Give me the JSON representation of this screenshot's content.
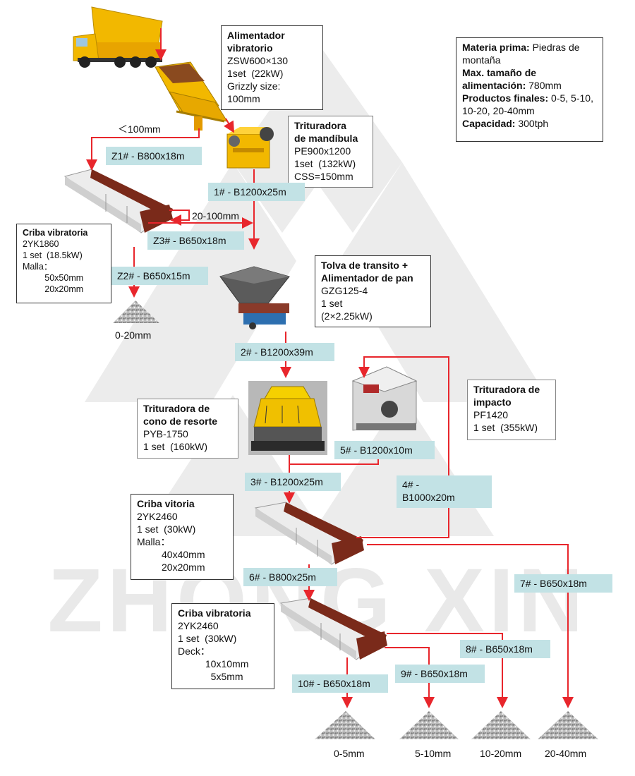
{
  "watermark": "ZHONG XIN",
  "colors": {
    "flow_line": "#e8262c",
    "label_bg": "#c2e2e5",
    "watermark": "#e6e6e6"
  },
  "equipment": {
    "feeder": {
      "title": "Alimentador\nvibratorio",
      "lines": [
        "ZSW600×130",
        "1set  (22kW)",
        "Grizzly size:",
        "100mm"
      ]
    },
    "jaw": {
      "title": "Trituradora\nde mandíbula",
      "lines": [
        "PE900x1200",
        "1set  (132kW)",
        "CSS=150mm"
      ]
    },
    "screen1": {
      "title": "Criba vibratoria",
      "lines": [
        "2YK1860",
        "1 set  (18.5kW)",
        "Malla：",
        "         50x50mm",
        "         20x20mm"
      ]
    },
    "hopper": {
      "title": "Tolva de transito +\nAlimentador de pan",
      "lines": [
        "GZG125-4",
        "1 set",
        "(2×2.25kW)"
      ]
    },
    "cone": {
      "title": "Trituradora de\ncono de resorte",
      "lines": [
        "PYB-1750",
        "1 set  (160kW)"
      ]
    },
    "impact": {
      "title": "Trituradora de\nimpacto",
      "lines": [
        "PF1420",
        "1 set  (355kW)"
      ]
    },
    "screen2": {
      "title": "Criba vitoria",
      "lines": [
        "2YK2460",
        "1 set  (30kW)",
        "Malla：",
        "         40x40mm",
        "         20x20mm"
      ]
    },
    "screen3": {
      "title": "Criba vibratoria",
      "lines": [
        "2YK2460",
        "1 set  (30kW)",
        "Deck：",
        "          10x10mm",
        "            5x5mm"
      ]
    }
  },
  "info": {
    "lines": [
      {
        "k": "Materia prima:",
        "v": " Piedras de montaña"
      },
      {
        "k": "Max. tamaño de alimentación:",
        "v": " 780mm"
      },
      {
        "k": "Productos finales:",
        "v": " 0-5, 5-10, 10-20, 20-40mm"
      },
      {
        "k": "Capacidad:",
        "v": "  300tph"
      }
    ]
  },
  "conveyors": {
    "z1": "Z1# - B800x18m",
    "c1": "1# - B1200x25m",
    "z3": "Z3# - B650x18m",
    "z2": "Z2# - B650x15m",
    "c2": "2# - B1200x39m",
    "c5": "5# - B1200x10m",
    "c3": "3# - B1200x25m",
    "c4": "4# -\nB1000x20m",
    "c6": "6# - B800x25m",
    "c7": "7# - B650x18m",
    "c8": "8# - B650x18m",
    "c9": "9# - B650x18m",
    "c10": "10# - B650x18m"
  },
  "sizes": {
    "lt100": "＜100mm",
    "r20_100": "20-100mm"
  },
  "products": {
    "p020": "0-20mm",
    "p05": "0-5mm",
    "p510": "5-10mm",
    "p1020": "10-20mm",
    "p2040": "20-40mm"
  }
}
